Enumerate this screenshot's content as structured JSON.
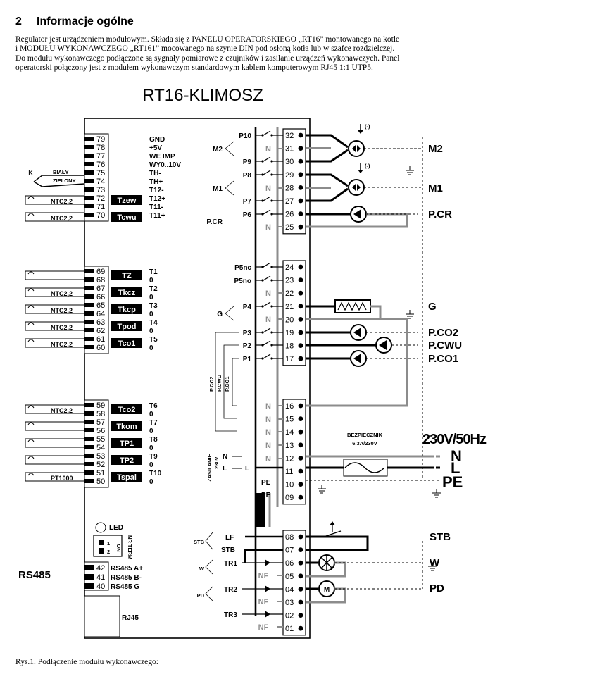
{
  "section": {
    "number": "2",
    "title": "Informacje ogólne",
    "paragraph_lines": [
      "Regulator jest urządzeniem modułowym. Składa się z PANELU OPERATORSKIEGO „RT16” montowanego na kotle",
      "i MODUŁU WYKONAWCZEGO „RT161” mocowanego na szynie DIN pod osłoną kotła lub w szafce rozdzielczej.",
      "Do modułu wykonawczego podłączone są sygnały pomiarowe z czujników i zasilanie urządzeń wykonawczych. Panel",
      "operatorski połączony jest z modułem wykonawczym standardowym kablem komputerowym RJ45 1:1 UTP5."
    ]
  },
  "diagram": {
    "title": "RT16-KLIMOSZ",
    "left_group1": [
      {
        "pin": "79",
        "signal": "GND"
      },
      {
        "pin": "78",
        "signal": "+5V"
      },
      {
        "pin": "77",
        "signal": "WE IMP"
      },
      {
        "pin": "76",
        "signal": "WY0..10V"
      },
      {
        "pin": "75",
        "signal": "TH-"
      },
      {
        "pin": "74",
        "signal": "TH+"
      },
      {
        "pin": "73",
        "signal": "T12-"
      },
      {
        "pin": "72",
        "signal": "T12+"
      },
      {
        "pin": "71",
        "signal": "T11-"
      },
      {
        "pin": "70",
        "signal": "T11+"
      }
    ],
    "k_label": "K",
    "k_wire1": "BIAŁY",
    "k_wire2": "ZIELONY",
    "upper_sensors": [
      {
        "name": "Tzew",
        "type": "NTC2,2"
      },
      {
        "name": "Tcwu",
        "type": "NTC2,2"
      }
    ],
    "left_group2_pins": [
      "69",
      "68",
      "67",
      "66",
      "65",
      "64",
      "63",
      "62",
      "61",
      "60"
    ],
    "left_group2_signals": [
      "T1",
      "0",
      "T2",
      "0",
      "T3",
      "0",
      "T4",
      "0",
      "T5",
      "0"
    ],
    "group2_sensors": [
      {
        "name": "TZ",
        "type": ""
      },
      {
        "name": "Tkcz",
        "type": "NTC2,2"
      },
      {
        "name": "Tkcp",
        "type": "NTC2,2"
      },
      {
        "name": "Tpod",
        "type": "NTC2,2"
      },
      {
        "name": "Tco1",
        "type": "NTC2,2"
      }
    ],
    "left_group3_pins": [
      "59",
      "58",
      "57",
      "56",
      "55",
      "54",
      "53",
      "52",
      "51",
      "50"
    ],
    "left_group3_signals": [
      "T6",
      "0",
      "T7",
      "0",
      "T8",
      "0",
      "T9",
      "0",
      "T10",
      "0"
    ],
    "group3_sensors": [
      {
        "name": "Tco2",
        "type": "NTC2,2"
      },
      {
        "name": "Tkom",
        "type": ""
      },
      {
        "name": "TP1",
        "type": ""
      },
      {
        "name": "TP2",
        "type": ""
      },
      {
        "name": "Tspal",
        "type": "PT1000"
      }
    ],
    "led_label": "LED",
    "nr_term_label": "NR TERM",
    "dip_numbers": [
      "1",
      "2"
    ],
    "dip_on": "ON",
    "rs485_label": "RS485",
    "rs485_pins": [
      {
        "pin": "42",
        "signal": "RS485 A+"
      },
      {
        "pin": "41",
        "signal": "RS485 B-"
      },
      {
        "pin": "40",
        "signal": "RS485 G"
      }
    ],
    "rj45_label": "RJ45",
    "right_pins_top": [
      "32",
      "31",
      "30",
      "29",
      "28",
      "27",
      "26",
      "25"
    ],
    "right_pins_mid": [
      "24",
      "23",
      "22",
      "21",
      "20",
      "19",
      "18",
      "17"
    ],
    "right_pins_low": [
      "16",
      "15",
      "14",
      "13",
      "12",
      "11",
      "10",
      "09"
    ],
    "right_pins_bottom": [
      "08",
      "07",
      "06",
      "05",
      "04",
      "03",
      "02",
      "01"
    ],
    "relay_labels": [
      "P10",
      "P9",
      "P8",
      "P7",
      "P6",
      "P5nc",
      "P5no",
      "P4",
      "P3",
      "P2",
      "P1"
    ],
    "neutral_label": "N",
    "group_labels": [
      "M2",
      "M1",
      "P.CR",
      "G",
      "STB",
      "W",
      "PD"
    ],
    "vertical_labels": [
      "P.CO2",
      "P.CWU",
      "P.CO1"
    ],
    "zasilanie_label": "ZASILANIE",
    "zasilanie_voltage": "230V",
    "supply_n": "N",
    "supply_l": "L",
    "lo_l": "L",
    "pe_labels": [
      "PE",
      "PE"
    ],
    "bottom_labels": [
      "LF",
      "STB",
      "TR1",
      "NF",
      "TR2",
      "NF",
      "TR3",
      "NF"
    ],
    "right_names": [
      "M2",
      "M1",
      "P.CR",
      "G",
      "P.CO2",
      "P.CWU",
      "P.CO1",
      "STB",
      "W",
      "PD"
    ],
    "minus_mark": "(-)",
    "fuse_title": "BEZPIECZNIK",
    "fuse_rating": "6,3A/230V",
    "mains": "230V/50Hz",
    "mains_lines": [
      "N",
      "L",
      "PE"
    ],
    "pd_motor": "M"
  },
  "caption": "Rys.1. Podłączenie modułu wykonawczego:"
}
